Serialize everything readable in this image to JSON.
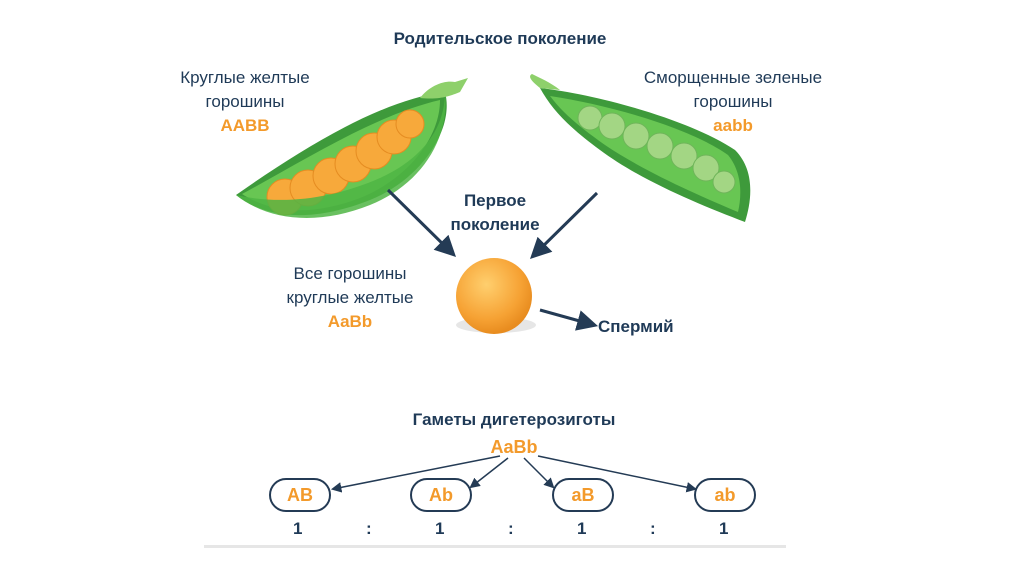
{
  "title": "Родительское поколение",
  "left_parent": {
    "line1": "Круглые желтые",
    "line2": "горошины",
    "genotype": "AABB"
  },
  "right_parent": {
    "line1": "Сморщенные зеленые",
    "line2": "горошины",
    "genotype": "aabb"
  },
  "first_generation": {
    "line1": "Первое",
    "line2": "поколение"
  },
  "offspring": {
    "line1": "Все горошины",
    "line2": "круглые желтые",
    "genotype": "AaBb"
  },
  "sperm_label": "Спермий",
  "gametes": {
    "title": "Гаметы дигетерозиготы",
    "parent_genotype": "AaBb",
    "items": [
      "AB",
      "Ab",
      "aB",
      "ab"
    ],
    "ratio": [
      "1",
      "1",
      "1",
      "1"
    ],
    "separator": ":"
  },
  "colors": {
    "text": "#1f3a57",
    "accent": "#f39a2b",
    "pod_green": "#5cc04a",
    "pea_yellow": "#f7a93b"
  }
}
